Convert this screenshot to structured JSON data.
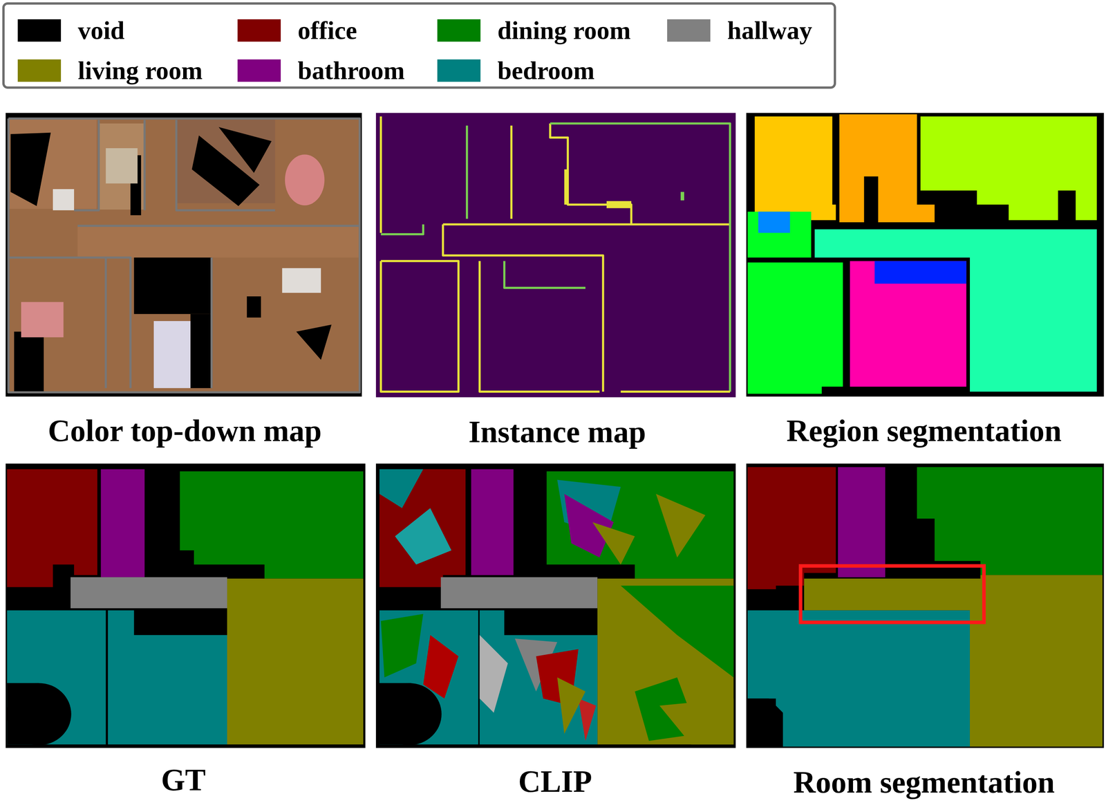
{
  "diagram": {
    "labels": [
      "Color top-down map",
      "Instance map",
      "Region segmentation",
      "GT",
      "CLIP",
      "Room segmentation"
    ],
    "legend": [
      {
        "text": "void",
        "color": "#000000"
      },
      {
        "text": "office",
        "color": "#800000"
      },
      {
        "text": "dining room",
        "color": "#008000"
      },
      {
        "text": "hallway",
        "color": "#808080"
      },
      {
        "text": "living room",
        "color": "#808000"
      },
      {
        "text": "bathroom",
        "color": "#800080"
      },
      {
        "text": "bedroom",
        "color": "#008080"
      }
    ]
  }
}
